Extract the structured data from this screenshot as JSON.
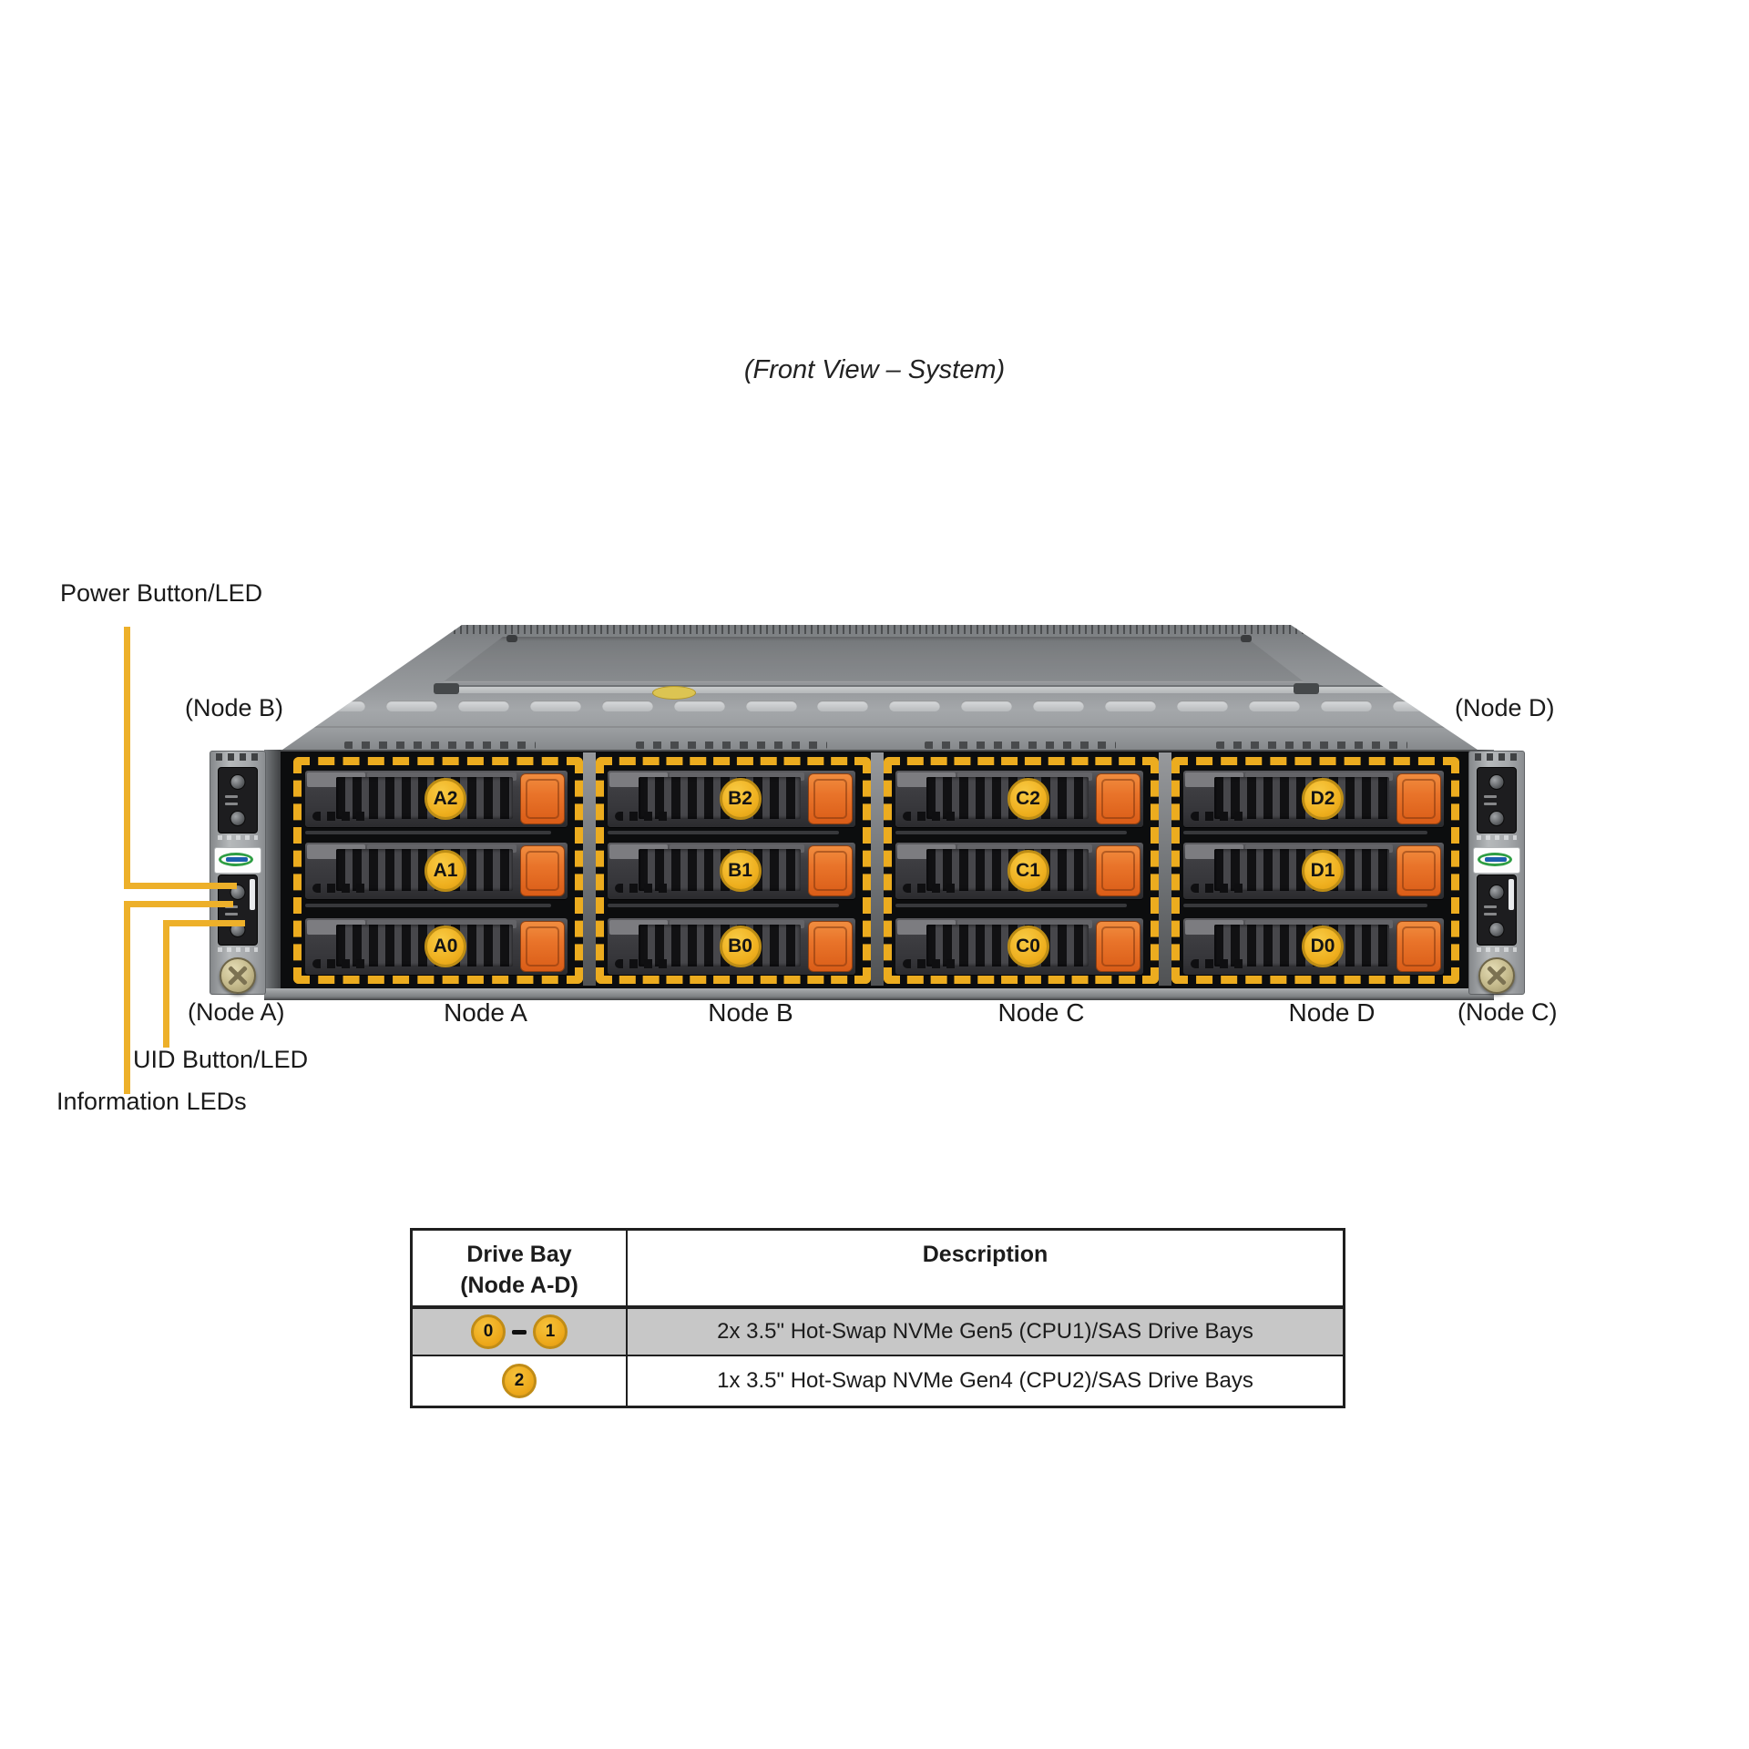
{
  "title": "(Front View – System)",
  "callouts": {
    "power": "Power Button/LED",
    "uid": "UID Button/LED",
    "info": "Information LEDs"
  },
  "corner_labels": {
    "top_left": "(Node B)",
    "top_right": "(Node D)",
    "bottom_left": "(Node A)",
    "bottom_right": "(Node C)"
  },
  "nodes": [
    {
      "id": "A",
      "label": "Node A",
      "drives": [
        "A2",
        "A1",
        "A0"
      ]
    },
    {
      "id": "B",
      "label": "Node B",
      "drives": [
        "B2",
        "B1",
        "B0"
      ]
    },
    {
      "id": "C",
      "label": "Node C",
      "drives": [
        "C2",
        "C1",
        "C0"
      ]
    },
    {
      "id": "D",
      "label": "Node D",
      "drives": [
        "D2",
        "D1",
        "D0"
      ]
    }
  ],
  "table": {
    "header_col1_line1": "Drive Bay",
    "header_col1_line2": "(Node A-D)",
    "header_col2": "Description",
    "rows": [
      {
        "bays": [
          "0",
          "1"
        ],
        "separator": "–",
        "description": "2x 3.5\" Hot-Swap NVMe Gen5 (CPU1)/SAS Drive Bays",
        "highlighted": true
      },
      {
        "bays": [
          "2"
        ],
        "separator": "",
        "description": "1x 3.5\" Hot-Swap NVMe Gen4 (CPU2)/SAS Drive Bays",
        "highlighted": false
      }
    ]
  },
  "colors": {
    "accent_yellow": "#ECAC1F",
    "callout_yellow": "#EDB02A",
    "latch_orange": "#E9742A",
    "highlight_row_gray": "#C7C7C7"
  }
}
